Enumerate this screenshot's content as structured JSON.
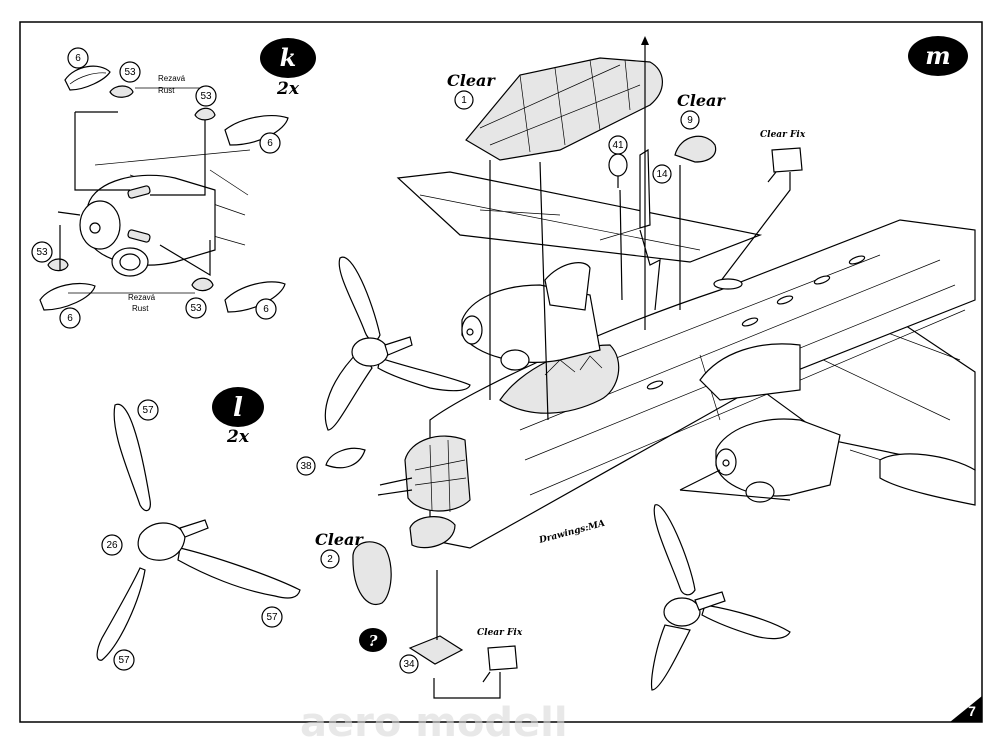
{
  "page_number": "7",
  "watermark": "aero modell",
  "steps": {
    "k": {
      "letter": "k",
      "multiplier": "2x"
    },
    "l": {
      "letter": "l",
      "multiplier": "2x"
    },
    "m": {
      "letter": "m"
    }
  },
  "parts": {
    "p6a": "6",
    "p53a": "53",
    "p53b": "53",
    "p6b": "6",
    "p53c": "53",
    "p6c": "6",
    "p53d": "53",
    "p6d": "6",
    "p57a": "57",
    "p26": "26",
    "p57b": "57",
    "p57c": "57",
    "p1": "1",
    "p9": "9",
    "p41": "41",
    "p14": "14",
    "p38": "38",
    "p2": "2",
    "p34": "34"
  },
  "notes": {
    "rust_cz_1": "Rezavá",
    "rust_en_1": "Rust",
    "rust_cz_2": "Rezavá",
    "rust_en_2": "Rust",
    "clear_1": "Clear",
    "clear_9": "Clear",
    "clear_2": "Clear",
    "clear_fix_top": "Clear Fix",
    "clear_fix_bottom": "Clear Fix",
    "question": "?",
    "credit": "Drawings:MA"
  }
}
